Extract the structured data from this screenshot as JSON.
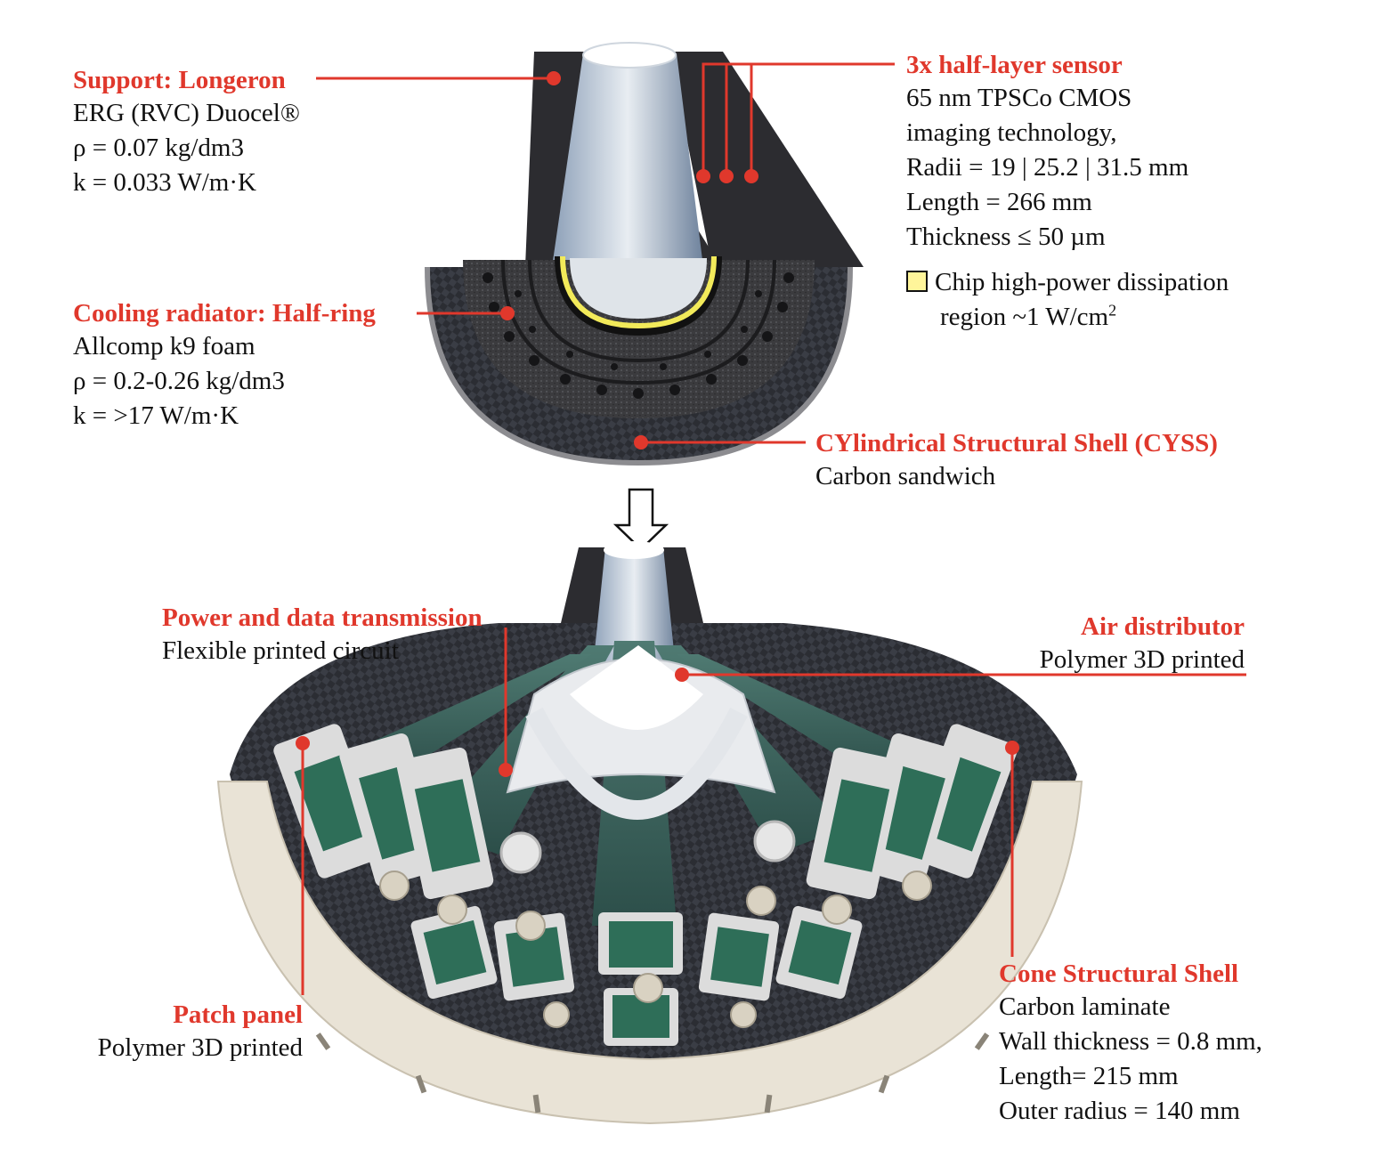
{
  "support": {
    "title": "Support: Longeron",
    "lines": [
      "ERG (RVC) Duocel®",
      "ρ = 0.07  kg/dm3",
      "k = 0.033 W/m·K"
    ]
  },
  "sensor": {
    "title": "3x half-layer sensor",
    "lines": [
      "65 nm TPSCo CMOS",
      "imaging technology,",
      "Radii = 19 | 25.2 | 31.5 mm",
      "Length = 266 mm",
      "Thickness ≤ 50 µm"
    ]
  },
  "legend": {
    "line1": "Chip high-power dissipation",
    "line2": "region ~1 W/cm",
    "line2_sup": "2",
    "swatch_color": "#fff59a"
  },
  "cooling": {
    "title": "Cooling radiator: Half-ring",
    "lines": [
      "Allcomp k9 foam",
      "ρ =  0.2-0.26  kg/dm3",
      "k = >17 W/m·K"
    ]
  },
  "cyss": {
    "title": "CYlindrical Structural Shell (CYSS)",
    "lines": [
      "Carbon sandwich"
    ]
  },
  "power": {
    "title": "Power and data transmission",
    "lines": [
      "Flexible printed circuit"
    ]
  },
  "air": {
    "title": "Air distributor",
    "lines": [
      "Polymer 3D printed"
    ]
  },
  "patch": {
    "title": "Patch panel",
    "lines": [
      "Polymer 3D printed"
    ]
  },
  "cone": {
    "title": "Cone Structural Shell",
    "lines": [
      "Carbon laminate",
      "Wall thickness = 0.8 mm,",
      "Length= 215 mm",
      "Outer radius = 140 mm"
    ]
  },
  "colors": {
    "accent": "#e0382c",
    "text": "#111111"
  }
}
